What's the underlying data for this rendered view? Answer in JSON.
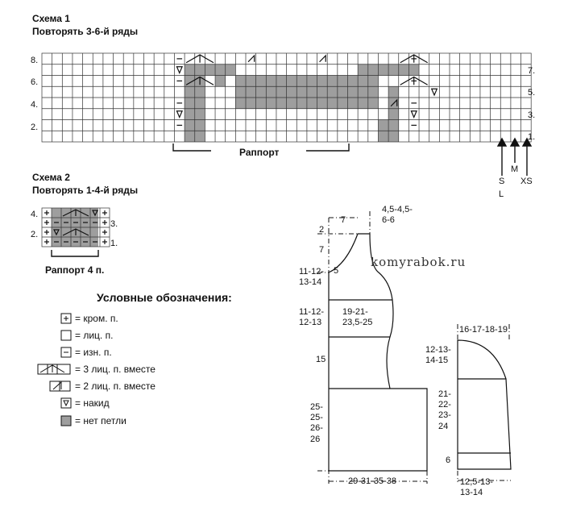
{
  "scheme1": {
    "title": "Схема 1",
    "subtitle": "Повторять 3-6-й ряды",
    "rows_left": [
      "8.",
      "6.",
      "4.",
      "2."
    ],
    "rows_right": [
      "7.",
      "5.",
      "3.",
      "1."
    ],
    "rapport": "Раппорт",
    "sizes": [
      "S",
      "L",
      "M",
      "XS"
    ]
  },
  "scheme2": {
    "title": "Схема 2",
    "subtitle": "Повторять 1-4-й ряды",
    "rows_left": [
      "4.",
      "2."
    ],
    "rows_right": [
      "3.",
      "1."
    ],
    "rapport": "Раппорт 4 п."
  },
  "legend": {
    "title": "Условные обозначения:",
    "items": [
      "= кром. п.",
      "= лиц. п.",
      "= изн. п.",
      "= 3 лиц. п. вместе",
      "= 2 лиц. п. вместе",
      "= накид",
      "= нет петли"
    ]
  },
  "watermark": "komyrabok.ru",
  "pattern": {
    "body": {
      "top_width": "7",
      "shoulder": "4,5-4,5-\n6-6",
      "left_2": "2",
      "left_7": "7",
      "neck_5": "5",
      "armhole_depth": "11-12-\n13-14",
      "armhole_below": "11-12-\n12-13",
      "half_chest": "19-21-\n23,5-25",
      "waist": "15",
      "hem_len": "25-\n25-\n26-\n26",
      "bottom_width": "29-31-35-38"
    },
    "sleeve": {
      "top_width": "16-17-18-19",
      "cap": "12-13-\n14-15",
      "length": "21-\n22-\n23-\n24",
      "cuff": "6",
      "bottom_width": "12,5-13-\n13-14"
    }
  }
}
